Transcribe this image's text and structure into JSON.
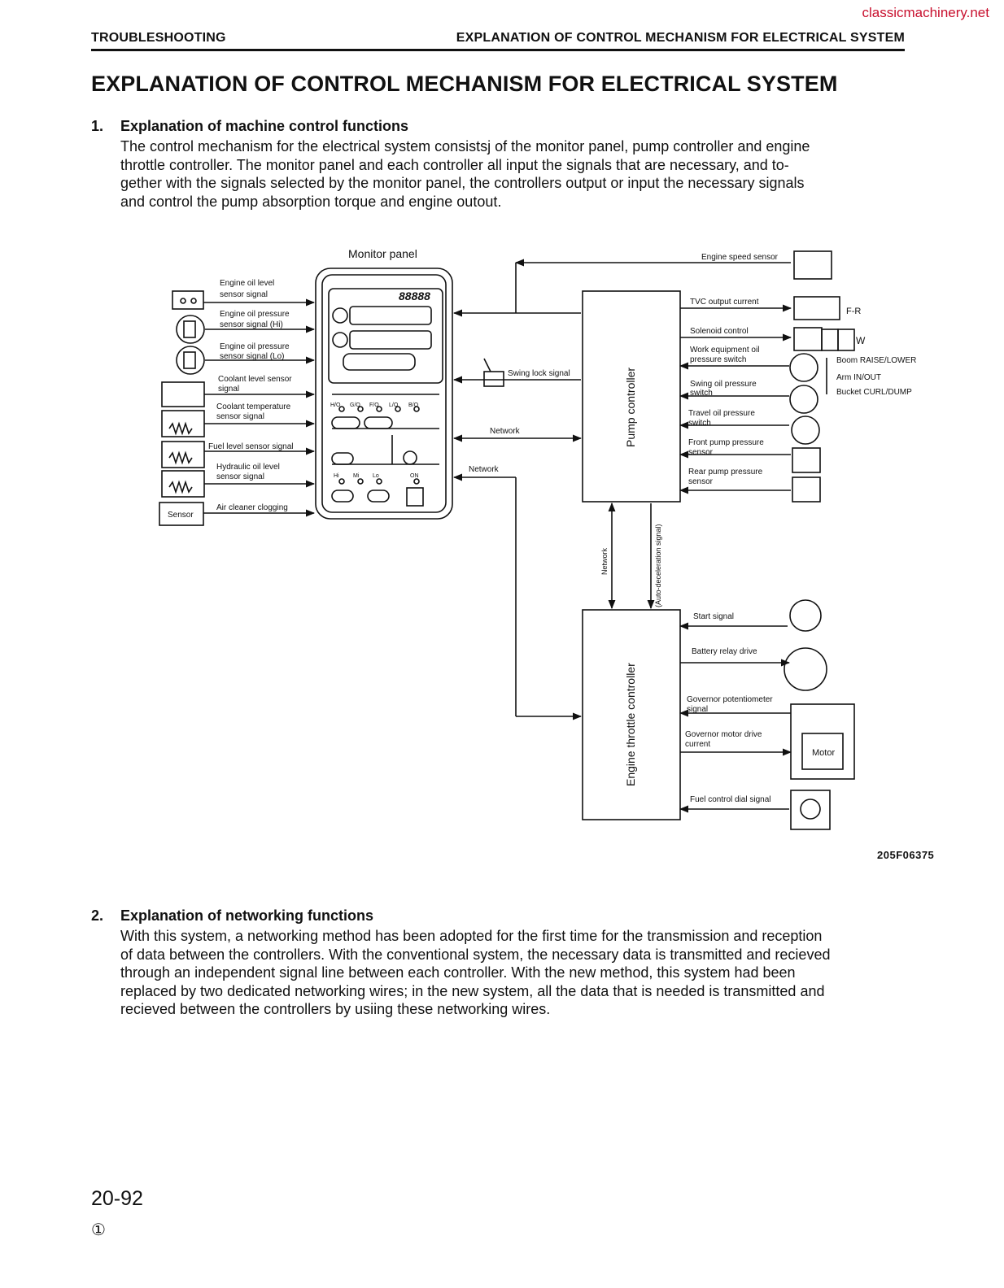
{
  "watermark": "classicmachinery.net",
  "header": {
    "left": "TROUBLESHOOTING",
    "right": "EXPLANATION OF CONTROL MECHANISM FOR ELECTRICAL SYSTEM"
  },
  "title": "EXPLANATION OF CONTROL MECHANISM FOR ELECTRICAL SYSTEM",
  "section1": {
    "number": "1.",
    "heading": "Explanation of machine control functions",
    "lines": [
      "The control mechanism for the electrical system consistsj of the monitor panel, pump controller and engine",
      "throttle controller.   The monitor panel and each controller all input the signals that are necessary,  and to-",
      "gether with the signals selected by the monitor panel, the controllers output or input the necessary signals",
      "and control the pump absorption torque and engine outout."
    ]
  },
  "diagram": {
    "monitor_panel": "Monitor panel",
    "pump_controller": "Pump controller",
    "engine_controller": "Engine throttle controller",
    "left_signals": [
      [
        "Engine oil level",
        "sensor signal"
      ],
      [
        "Engine oil pressure",
        "sensor signal  (Hi)"
      ],
      [
        "Engine oil pressure",
        "sensor signal  (Lo)"
      ],
      [
        "Coolant level sensor",
        "signal"
      ],
      [
        "Coolant temperature",
        "sensor signal"
      ],
      [
        "Fuel level sensor signal"
      ],
      [
        "Hydraulic oil level",
        "sensor signal"
      ],
      [
        "Air cleaner clogging"
      ]
    ],
    "sensor_box": "Sensor",
    "display_digits": "88888",
    "panel_labels": [
      "H/O",
      "G/O",
      "F/O",
      "L/O",
      "B/O",
      "Hi",
      "Mi",
      "Lo",
      "ON"
    ],
    "swing_lock": "Swing lock signal",
    "network": "Network",
    "network_vertical": "Network",
    "auto_decel": "(Auto-deceleration signal)",
    "pump_signals": [
      [
        "Engine speed sensor"
      ],
      [
        "TVC output current"
      ],
      [
        "Solenoid control"
      ],
      [
        "Work equipment oil",
        "pressure switch"
      ],
      [
        "Swing oil pressure",
        "switch"
      ],
      [
        "Travel oil pressure",
        "switch"
      ],
      [
        "Front pump pressure",
        "sensor"
      ],
      [
        "Rear pump pressure",
        "sensor"
      ]
    ],
    "fr_label": "F-R",
    "w_label": "W",
    "work_items": [
      "Boom RAISE/LOWER",
      "Arm IN/OUT",
      "Bucket CURL/DUMP"
    ],
    "engine_signals": [
      [
        "Start signal"
      ],
      [
        "Battery relay drive"
      ],
      [
        "Governor potentiometer",
        "signal"
      ],
      [
        "Governor motor drive",
        "current"
      ],
      [
        "Fuel control dial signal"
      ]
    ],
    "motor_label": "Motor",
    "figure_code": "205F06375"
  },
  "section2": {
    "number": "2.",
    "heading": "Explanation of networking functions",
    "lines": [
      "With this system, a networking method has been adopted for the first time for the transmission and reception",
      "of data between the controllers.  With the conventional system, the necessary data is transmitted and recieved",
      "through an independent signal line between each controller.  With the new method, this system had been",
      "replaced by two dedicated networking wires; in the new system, all the data that is needed is transmitted and",
      "recieved between the controllers by usiing these networking wires."
    ]
  },
  "footer": {
    "page_number": "20-92",
    "revision_mark": "①"
  }
}
